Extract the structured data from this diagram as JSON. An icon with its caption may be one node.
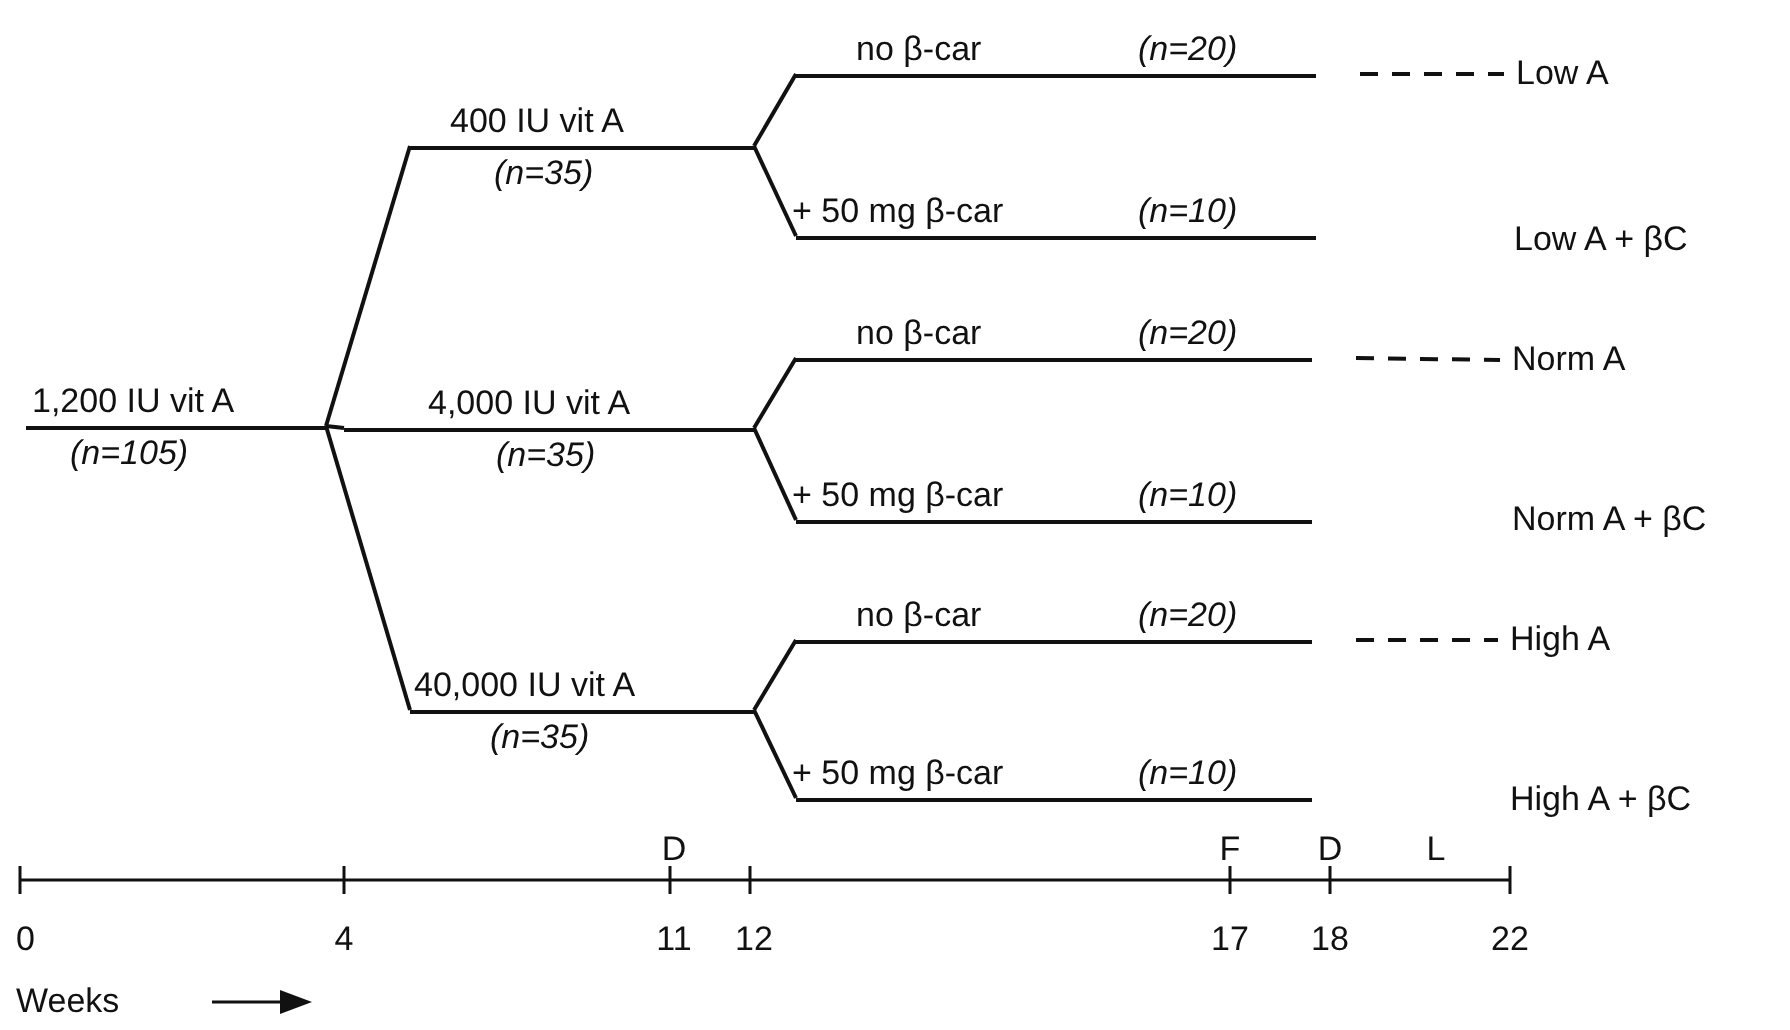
{
  "diagram": {
    "nodes": [
      {
        "text": [
          "1,200 IU vit A",
          "(n=105)"
        ]
      },
      {
        "text": [
          "400 IU vit A",
          "(n=35)"
        ]
      },
      {
        "text": [
          "4,000 IU vit A",
          "(n=35)"
        ]
      },
      {
        "text": [
          "40,000 IU vit A",
          "(n=35)"
        ]
      },
      {
        "text": [
          "no β-car",
          "(n=20)"
        ]
      },
      {
        "text": [
          "+ 50 mg β-car",
          "(n=10)"
        ]
      },
      {
        "text": [
          "no β-car",
          "(n=20)"
        ]
      },
      {
        "text": [
          "+ 50 mg β-car",
          "(n=10)"
        ]
      },
      {
        "text": [
          "no β-car",
          "(n=20)"
        ]
      },
      {
        "text": [
          "+ 50 mg β-car",
          "(n=10)"
        ]
      },
      {
        "text": [
          "Low A"
        ]
      },
      {
        "text": [
          "Low A + βC"
        ]
      },
      {
        "text": [
          "Norm A"
        ]
      },
      {
        "text": [
          "Norm A + βC"
        ]
      },
      {
        "text": [
          "High A"
        ]
      },
      {
        "text": [
          "High A + βC"
        ]
      }
    ],
    "edges": [
      {
        "from": 0,
        "to": 1,
        "arrow": "none"
      },
      {
        "from": 0,
        "to": 2,
        "arrow": "none"
      },
      {
        "from": 0,
        "to": 3,
        "arrow": "none"
      },
      {
        "from": 1,
        "to": 4,
        "arrow": "none"
      },
      {
        "from": 1,
        "to": 5,
        "arrow": "none"
      },
      {
        "from": 2,
        "to": 6,
        "arrow": "none"
      },
      {
        "from": 2,
        "to": 7,
        "arrow": "none"
      },
      {
        "from": 3,
        "to": 8,
        "arrow": "none"
      },
      {
        "from": 3,
        "to": 9,
        "arrow": "none"
      },
      {
        "from": 4,
        "to": 10,
        "arrow": "none",
        "style": "dashed"
      },
      {
        "from": 6,
        "to": 12,
        "arrow": "none",
        "style": "dashed"
      },
      {
        "from": 8,
        "to": 14,
        "arrow": "none",
        "style": "dashed"
      }
    ],
    "labels": [
      "D",
      "F",
      "D",
      "L",
      "0",
      "4",
      "11",
      "12",
      "17",
      "18",
      "22",
      "Weeks"
    ]
  }
}
